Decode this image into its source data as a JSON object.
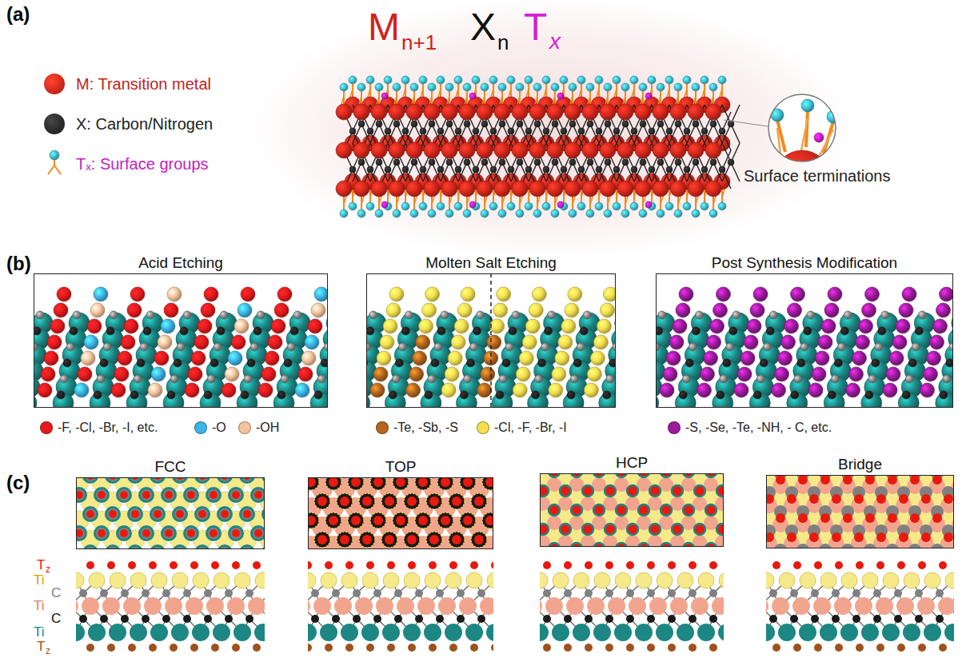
{
  "diagram": {
    "nodes": [
      {
        "text": [
          "Acid Etching"
        ]
      },
      {
        "text": [
          "Molten Salt Etching"
        ]
      },
      {
        "text": [
          "Post Synthesis Modification"
        ]
      },
      {
        "text": [
          "FCC"
        ]
      },
      {
        "text": [
          "TOP"
        ]
      },
      {
        "text": [
          "HCP"
        ]
      },
      {
        "text": [
          "Bridge"
        ]
      }
    ],
    "labels": [
      "(a)",
      "M",
      "n+1",
      "X",
      "n",
      "T",
      "x",
      "Surface terminations",
      "(b)",
      "(c)",
      "T",
      "z",
      "Ti",
      "C",
      "Ti",
      "C",
      "Ti",
      "T",
      "z"
    ],
    "legend": [
      {
        "text": "M: Transition metal",
        "color": "#d42a1e"
      },
      {
        "text": "X: Carbon/Nitrogen",
        "color": "#2b2b2b"
      },
      {
        "text": "Tₓ: Surface groups"
      },
      {
        "text": "-F, -Cl, -Br, -I, etc.",
        "color": "#e41a1c"
      },
      {
        "text": "-O",
        "color": "#3cb4e6"
      },
      {
        "text": "-OH",
        "color": "#f5c49a"
      },
      {
        "text": "-Te, -Sb, -S",
        "color": "#b5651d"
      },
      {
        "text": "-Cl, -F, -Br, -I",
        "color": "#f4e04d"
      },
      {
        "text": "-S, -Se, -Te, -NH, - C, etc.",
        "color": "#9b1b9b"
      }
    ]
  }
}
